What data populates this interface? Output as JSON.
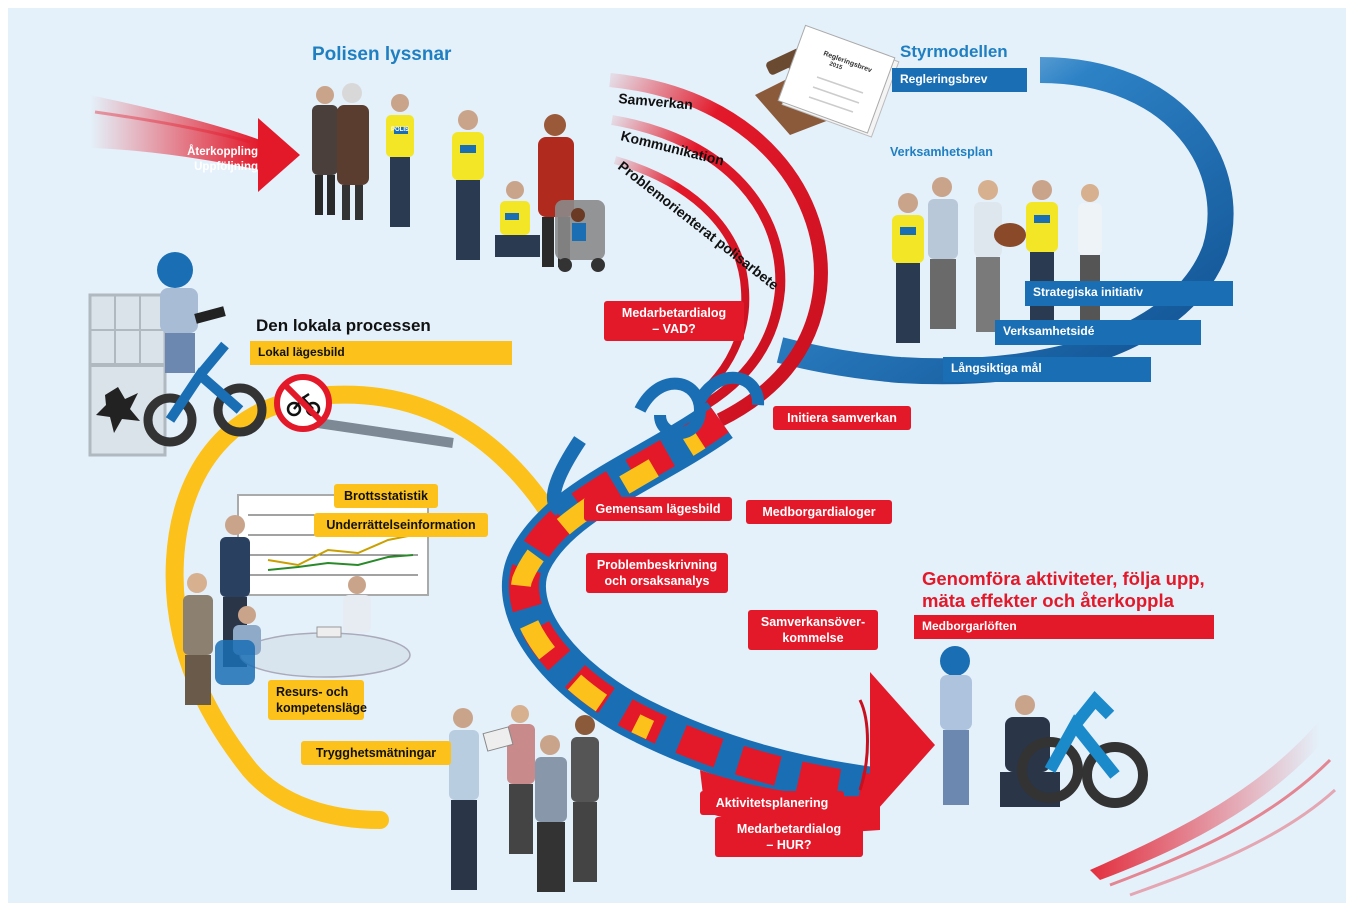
{
  "colors": {
    "background": "#e4f1fa",
    "red": "#e3192a",
    "yellow": "#fcc21b",
    "blue": "#1a6fb4",
    "title_blue": "#1f7fc1"
  },
  "polisen": {
    "title": "Polisen lyssnar",
    "arrow_line1": "Återkoppling",
    "arrow_line2": "Uppföljning",
    "vest_label": "POLIS"
  },
  "arc_labels": [
    "Samverkan",
    "Kommunikation",
    "Problemorienterat polisarbete"
  ],
  "styrmodellen": {
    "title": "Styrmodellen",
    "document_title": "Regleringsbrev",
    "document_year": "2015",
    "bar": "Regleringsbrev",
    "verksamhetsplan": "Verksamhetsplan",
    "steps": [
      "Strategiska initiativ",
      "Verksamhetsidé",
      "Långsiktiga mål"
    ]
  },
  "lokala": {
    "title": "Den lokala processen",
    "bar": "Lokal lägesbild"
  },
  "yellow_callouts": {
    "brottsstatistik": "Brottsstatistik",
    "underrattelse": "Underrättelseinformation",
    "resurs_line1": "Resurs- och",
    "resurs_line2": "kompetensläge",
    "trygghet": "Trygghetsmätningar"
  },
  "red_callouts": {
    "medarbetardialog_vad_line1": "Medarbetardialog",
    "medarbetardialog_vad_line2": "– VAD?",
    "initiera": "Initiera samverkan",
    "gemensam": "Gemensam lägesbild",
    "medborgardialoger": "Medborgardialoger",
    "problem_line1": "Problembeskrivning",
    "problem_line2": "och orsaksanalys",
    "samverkans_line1": "Samverkansöver-",
    "samverkans_line2": "kommelse",
    "aktivitet": "Aktivitetsplanering",
    "medarbetardialog_hur_line1": "Medarbetardialog",
    "medarbetardialog_hur_line2": "– HUR?"
  },
  "genomfora": {
    "title_line1": "Genomföra aktiviteter, följa upp,",
    "title_line2": "mäta effekter och återkoppla",
    "bar": "Medborgarlöften"
  }
}
